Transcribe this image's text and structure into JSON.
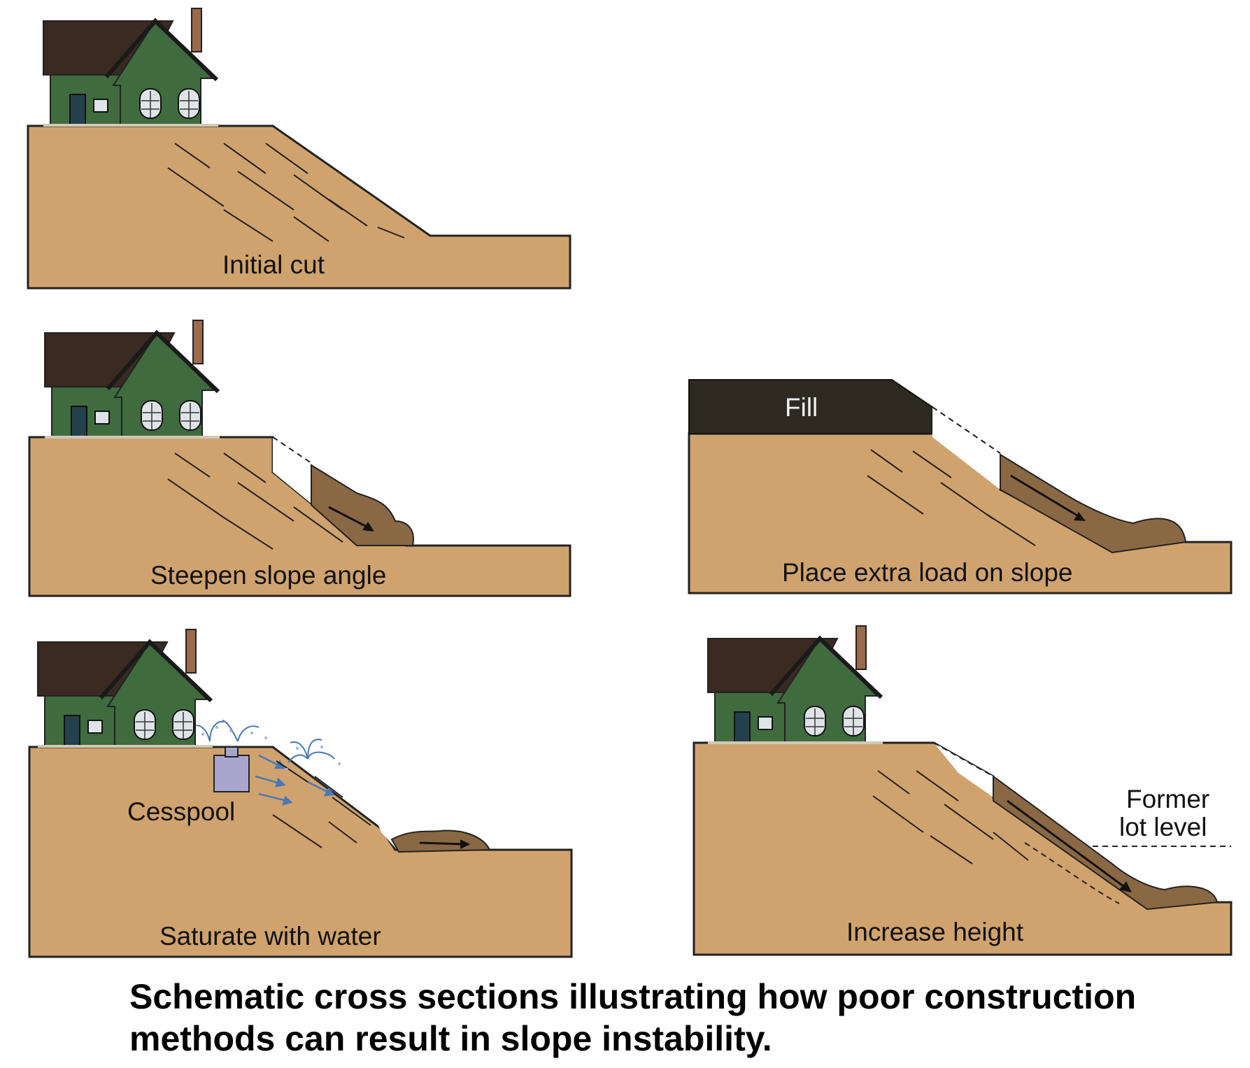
{
  "panels": {
    "initial_cut": {
      "label": "Initial cut"
    },
    "steepen": {
      "label": "Steepen slope angle"
    },
    "extra_load": {
      "label": "Place extra load on slope",
      "fill_label": "Fill"
    },
    "saturate": {
      "label": "Saturate with water",
      "cesspool_label": "Cesspool"
    },
    "increase_height": {
      "label": "Increase height",
      "former_level_label_line1": "Former",
      "former_level_label_line2": "lot level"
    }
  },
  "caption": {
    "line1": "Schematic cross sections illustrating how poor construction",
    "line2": "methods can result in slope instability."
  },
  "colors": {
    "soil": "#d0a36e",
    "slide": "#8a6844",
    "fill": "#2e2a22",
    "house_wall": "#3f6b3e",
    "roof": "#3b2a22",
    "chimney": "#9b6a4c",
    "window": "#dfe4e8",
    "door": "#24404d",
    "cesspool": "#a8a6cc",
    "water": "#4a78b8"
  }
}
